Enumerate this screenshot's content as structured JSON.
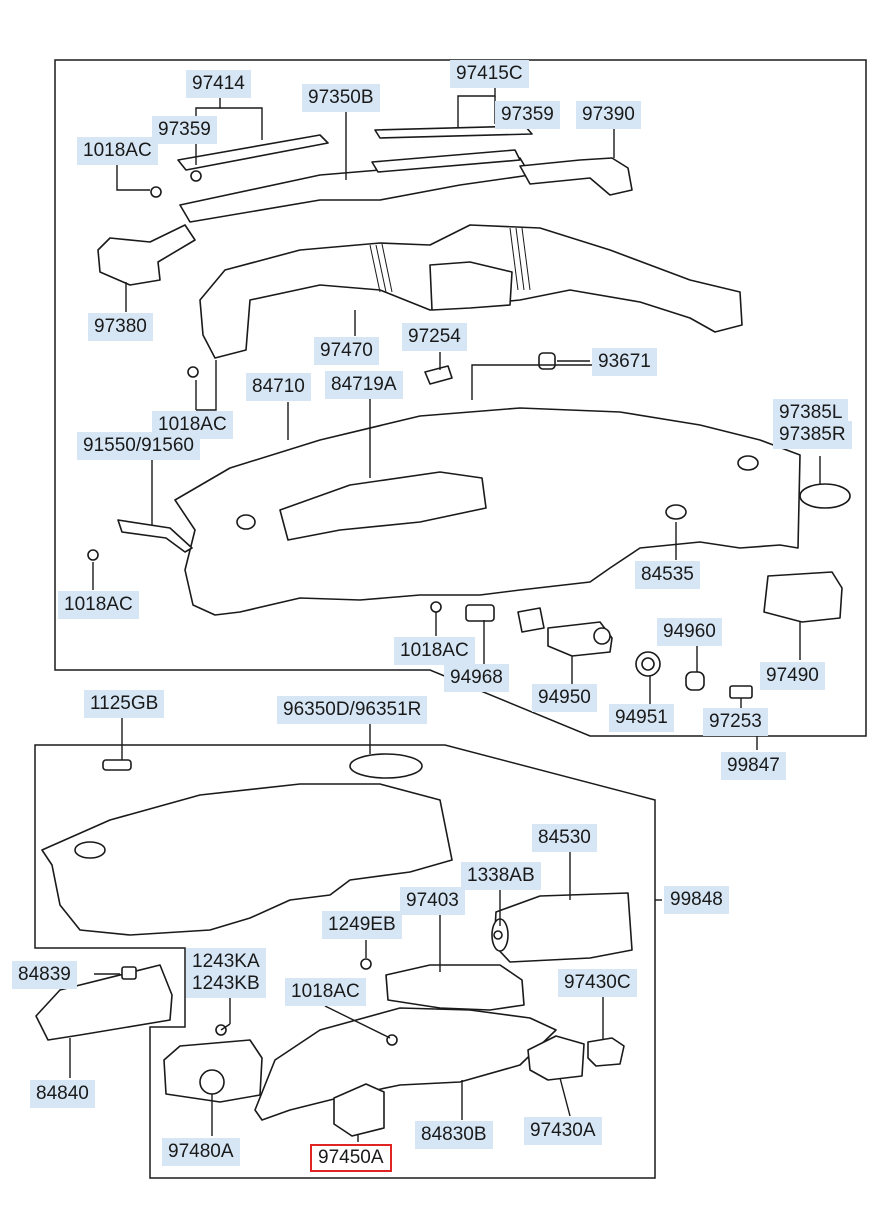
{
  "diagram": {
    "highlight_color": "#e02424",
    "label_bg": "#d6e6f5",
    "labels": [
      {
        "id": "97414",
        "text": "97414"
      },
      {
        "id": "97350B",
        "text": "97350B"
      },
      {
        "id": "97415C",
        "text": "97415C"
      },
      {
        "id": "97359a",
        "text": "97359"
      },
      {
        "id": "97359b",
        "text": "97359"
      },
      {
        "id": "97390",
        "text": "97390"
      },
      {
        "id": "1018AC-a",
        "text": "1018AC"
      },
      {
        "id": "97380",
        "text": "97380"
      },
      {
        "id": "97470",
        "text": "97470"
      },
      {
        "id": "97254",
        "text": "97254"
      },
      {
        "id": "93671",
        "text": "93671"
      },
      {
        "id": "84710",
        "text": "84710"
      },
      {
        "id": "84719A",
        "text": "84719A"
      },
      {
        "id": "1018AC-b",
        "text": "1018AC"
      },
      {
        "id": "97385L",
        "text": "97385L"
      },
      {
        "id": "97385R",
        "text": "97385R"
      },
      {
        "id": "91550",
        "text": "91550/91560"
      },
      {
        "id": "1018AC-c",
        "text": "1018AC"
      },
      {
        "id": "84535",
        "text": "84535"
      },
      {
        "id": "1018AC-d",
        "text": "1018AC"
      },
      {
        "id": "94960",
        "text": "94960"
      },
      {
        "id": "94968",
        "text": "94968"
      },
      {
        "id": "94950",
        "text": "94950"
      },
      {
        "id": "97490",
        "text": "97490"
      },
      {
        "id": "94951",
        "text": "94951"
      },
      {
        "id": "97253",
        "text": "97253"
      },
      {
        "id": "99847",
        "text": "99847"
      },
      {
        "id": "1125GB",
        "text": "1125GB"
      },
      {
        "id": "96350D",
        "text": "96350D/96351R"
      },
      {
        "id": "84530",
        "text": "84530"
      },
      {
        "id": "1338AB",
        "text": "1338AB"
      },
      {
        "id": "97403",
        "text": "97403"
      },
      {
        "id": "99848",
        "text": "99848"
      },
      {
        "id": "1249EB",
        "text": "1249EB"
      },
      {
        "id": "84839",
        "text": "84839"
      },
      {
        "id": "1243KA",
        "text": "1243KA"
      },
      {
        "id": "1243KB",
        "text": "1243KB"
      },
      {
        "id": "1018AC-e",
        "text": "1018AC"
      },
      {
        "id": "97430C",
        "text": "97430C"
      },
      {
        "id": "84840",
        "text": "84840"
      },
      {
        "id": "97480A",
        "text": "97480A"
      },
      {
        "id": "84830B",
        "text": "84830B"
      },
      {
        "id": "97430A",
        "text": "97430A"
      },
      {
        "id": "97450A",
        "text": "97450A",
        "selected": true
      }
    ]
  }
}
